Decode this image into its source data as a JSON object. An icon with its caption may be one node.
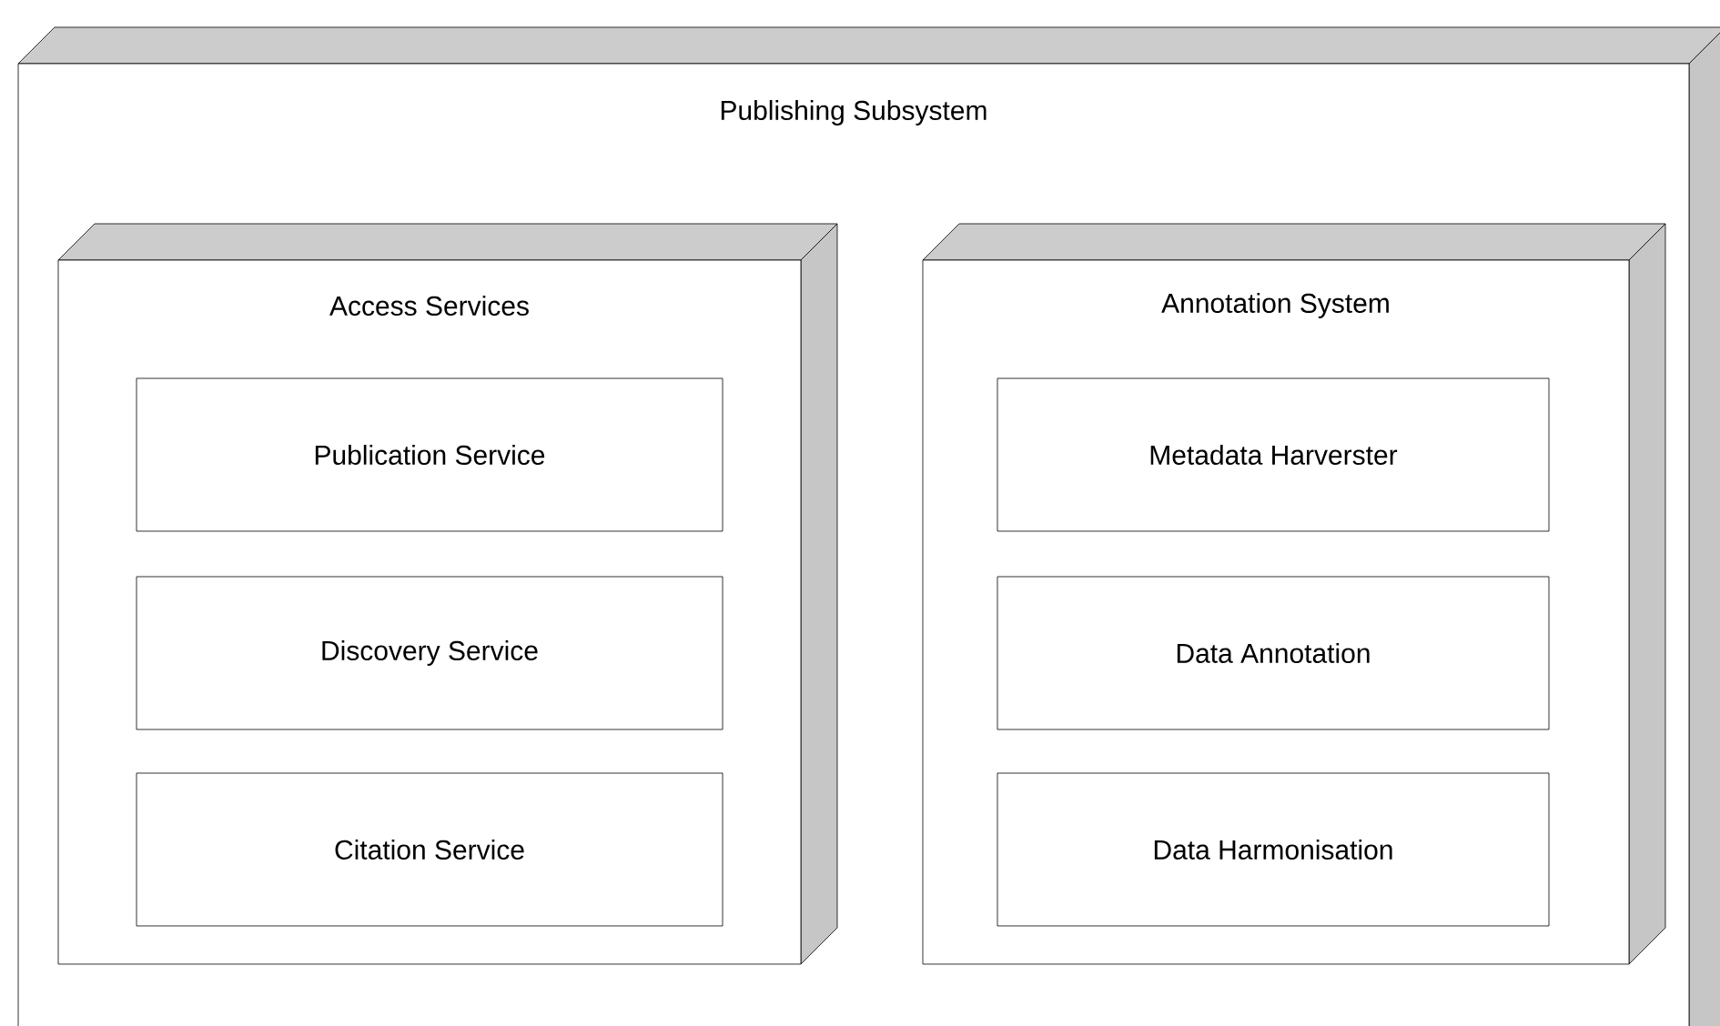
{
  "diagram": {
    "nodes": [
      {
        "text": [
          "Publishing Subsystem"
        ]
      },
      {
        "text": [
          "Access Services"
        ],
        "in": 0
      },
      {
        "text": [
          "Publication Service"
        ],
        "in": 1
      },
      {
        "text": [
          "Discovery Service"
        ],
        "in": 1
      },
      {
        "text": [
          "Citation Service"
        ],
        "in": 1
      },
      {
        "text": [
          "Annotation System"
        ],
        "in": 0
      },
      {
        "text": [
          "Metadata Harverster"
        ],
        "in": 5
      },
      {
        "text": [
          "Data Annotation"
        ],
        "in": 5
      },
      {
        "text": [
          "Data Harmonisation"
        ],
        "in": 5
      }
    ]
  }
}
